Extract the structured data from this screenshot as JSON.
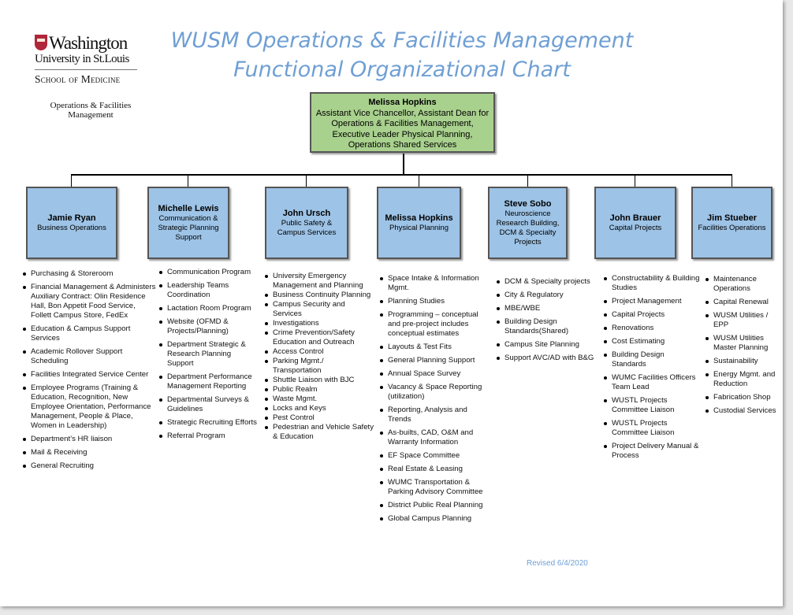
{
  "logo": {
    "line1": "Washington",
    "line2": "University in St.Louis",
    "line3": "School of Medicine"
  },
  "department": "Operations & Facilities Management",
  "title": {
    "line1": "WUSM Operations & Facilities Management",
    "line2": "Functional Organizational Chart"
  },
  "head": {
    "name": "Melissa Hopkins",
    "role": "Assistant Vice Chancellor, Assistant Dean for Operations & Facilities Management, Executive Leader Physical Planning, Operations Shared Services"
  },
  "colors": {
    "head_fill": "#a9d18e",
    "box_fill": "#9dc3e6",
    "title": "#6f9fd4"
  },
  "units": [
    {
      "name": "Jamie Ryan",
      "role": "Business Operations",
      "items": [
        "Purchasing & Storeroom",
        "Financial Management & Administers Auxiliary Contract: Olin Residence Hall, Bon Appetit Food Service, Follett Campus Store, FedEx",
        "Education & Campus Support Services",
        "Academic Rollover Support Scheduling",
        "Facilities Integrated Service Center",
        "Employee Programs (Training & Education, Recognition, New Employee Orientation, Performance Management, People & Place, Women in Leadership)",
        "Department’s HR liaison",
        "Mail & Receiving",
        "General Recruiting"
      ]
    },
    {
      "name": "Michelle Lewis",
      "role": "Communication & Strategic Planning Support",
      "items": [
        "Communication Program",
        "Leadership Teams Coordination",
        "Lactation Room Program",
        "Website (OFMD & Projects/Planning)",
        "Department Strategic & Research Planning Support",
        "Department Performance Management Reporting",
        "Departmental Surveys & Guidelines",
        "Strategic Recruiting Efforts",
        "Referral Program"
      ]
    },
    {
      "name": "John Ursch",
      "role": "Public Safety & Campus Services",
      "items": [
        "University Emergency Management and Planning",
        "Business Continuity Planning",
        "Campus Security and Services",
        "Investigations",
        "Crime Prevention/Safety Education and Outreach",
        "Access Control",
        "Parking Mgmt./ Transportation",
        "Shuttle Liaison with BJC",
        "Public Realm",
        "Waste Mgmt.",
        "Locks and Keys",
        "Pest Control",
        "Pedestrian and Vehicle Safety & Education"
      ]
    },
    {
      "name": "Melissa Hopkins",
      "role": "Physical Planning",
      "items": [
        "Space Intake & Information Mgmt.",
        "Planning Studies",
        "Programming – conceptual and pre-project includes conceptual estimates",
        "Layouts & Test Fits",
        "General Planning Support",
        "Annual Space Survey",
        "Vacancy & Space Reporting (utilization)",
        "Reporting, Analysis and Trends",
        "As-builts, CAD, O&M and Warranty Information",
        "EF Space Committee",
        "Real Estate & Leasing",
        "WUMC Transportation & Parking Advisory Committee",
        "District Public Real Planning",
        "Global Campus Planning"
      ]
    },
    {
      "name": "Steve Sobo",
      "role": "Neuroscience Research Building, DCM & Specialty Projects",
      "items": [
        "DCM & Specialty projects",
        "City & Regulatory",
        "MBE/WBE",
        "Building Design Standards(Shared)",
        "Campus Site Planning",
        "Support AVC/AD with B&G"
      ]
    },
    {
      "name": "John Brauer",
      "role": "Capital Projects",
      "items": [
        "Constructability & Building Studies",
        "Project Management",
        "Capital Projects",
        "Renovations",
        "Cost Estimating",
        "Building Design Standards",
        "WUMC Facilities Officers Team Lead",
        "WUSTL Projects Committee Liaison",
        "WUSTL Projects Committee Liaison",
        "Project Delivery Manual & Process"
      ]
    },
    {
      "name": "Jim Stueber",
      "role": "Facilities Operations",
      "items": [
        "Maintenance Operations",
        "Capital Renewal",
        "WUSM Utilities / EPP",
        "WUSM Utilities Master Planning",
        "Sustainability",
        "Energy Mgmt. and Reduction",
        "Fabrication Shop",
        "Custodial Services"
      ]
    }
  ],
  "revised": "Revised 6/4/2020"
}
